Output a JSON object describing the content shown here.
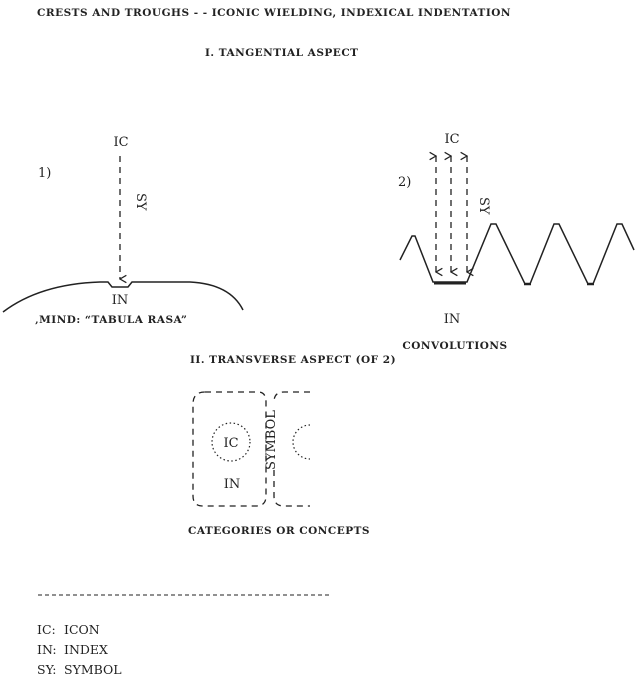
{
  "title": "CRESTS AND TROUGHS - - ICONIC WIELDING, INDEXICAL INDENTATION",
  "section1": {
    "heading": "I. TANGENTIAL ASPECT",
    "diagram1": {
      "number": "1)",
      "top_label": "IC",
      "arrow_label": "SY",
      "bottom_label": "IN",
      "caption": "‚MIND: “TABULA RASA”"
    },
    "diagram2": {
      "number": "2)",
      "top_label": "IC",
      "arrow_label": "SY",
      "bottom_label": "IN",
      "caption": "CONVOLUTIONS"
    }
  },
  "section2": {
    "heading": "II. TRANSVERSE ASPECT (OF 2)",
    "inner_label": "IC",
    "box_label": "IN",
    "divider_label": "SYMBOL",
    "caption": "CATEGORIES OR CONCEPTS"
  },
  "legend": [
    {
      "abbr": "IC:",
      "meaning": "ICON"
    },
    {
      "abbr": "IN:",
      "meaning": "INDEX"
    },
    {
      "abbr": "SY:",
      "meaning": "SYMBOL"
    }
  ]
}
